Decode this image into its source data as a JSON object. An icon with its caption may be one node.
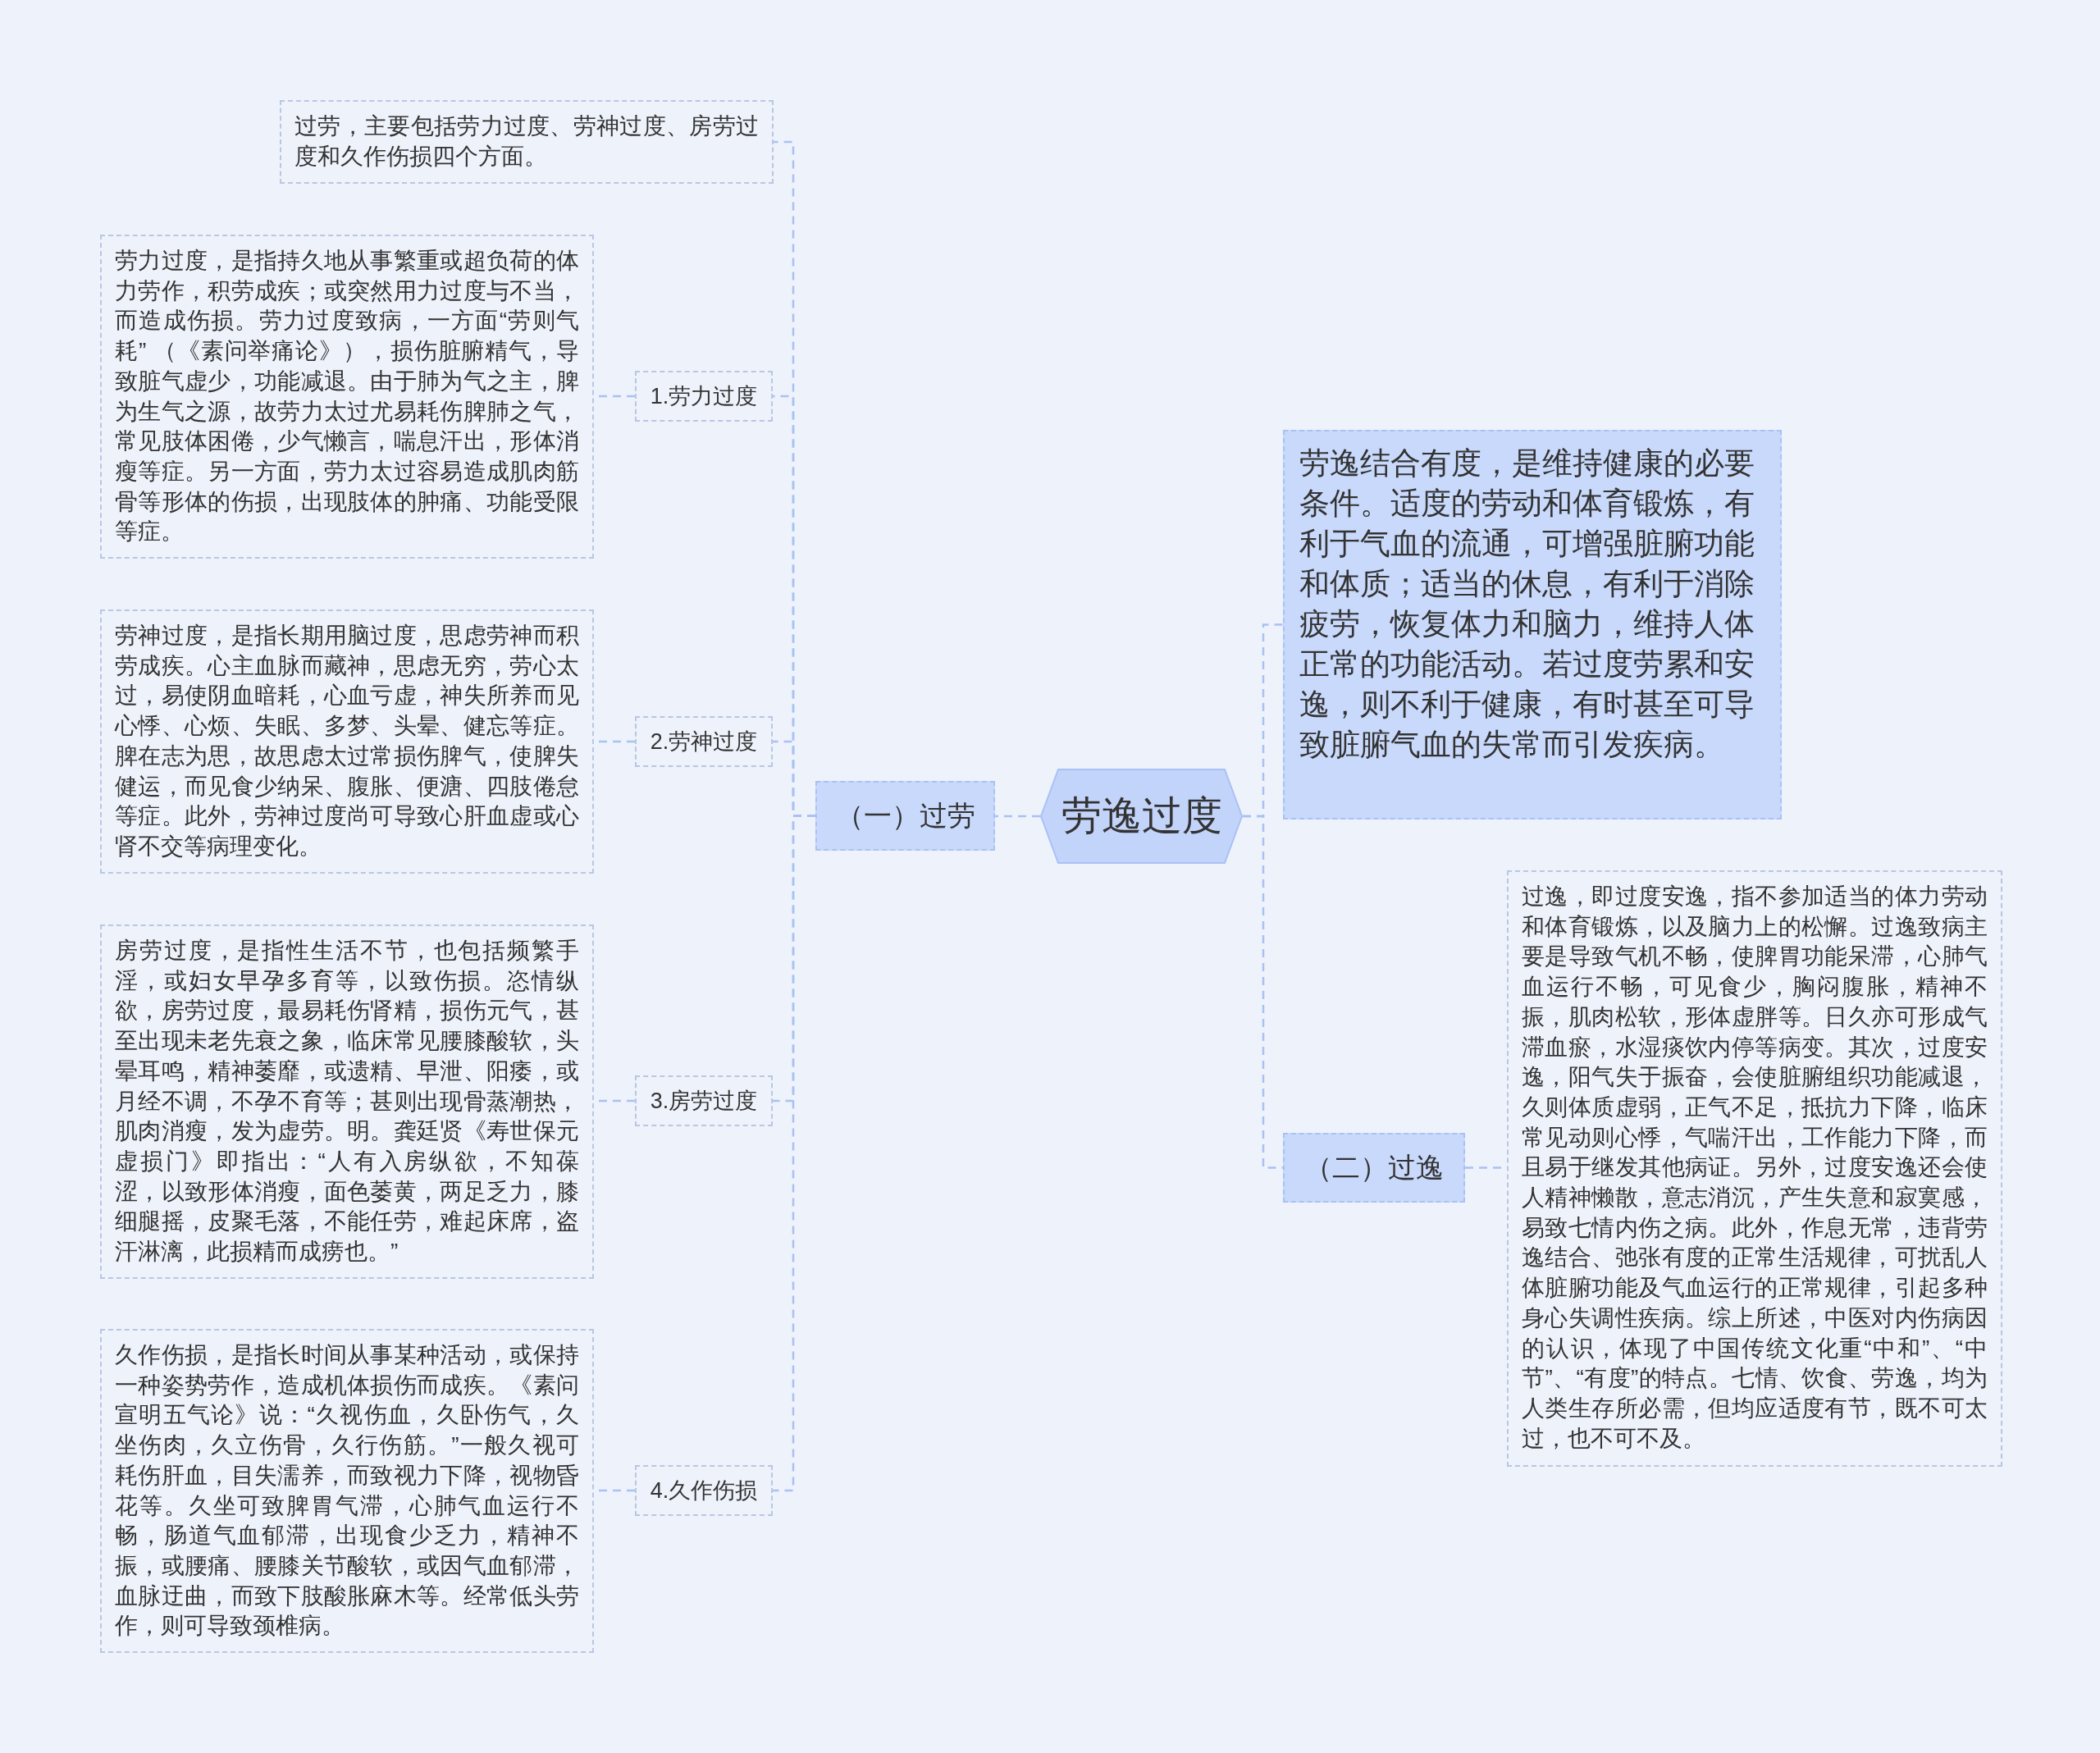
{
  "diagram": {
    "nodes": [
      {
        "text": [
          "劳逸过度"
        ]
      },
      {
        "text": [
          "（一）过劳"
        ]
      },
      {
        "text": [
          "过劳，主要包括劳力过度、劳神过度、房劳过度和久作伤损四个方面。"
        ]
      },
      {
        "text": [
          "1.劳力过度"
        ]
      },
      {
        "text": [
          "劳力过度，是指持久地从事繁重或超负荷的体力劳作，积劳成疾；或突然用力过度与不当，而造成伤损。劳力过度致病，一方面“劳则气耗” （《素问举痛论》），损伤脏腑精气，导致脏气虚少，功能减退。由于肺为气之主，脾为生气之源，故劳力太过尤易耗伤脾肺之气，常见肢体困倦，少气懒言，喘息汗出，形体消瘦等症。另一方面，劳力太过容易造成肌肉筋骨等形体的伤损，出现肢体的肿痛、功能受限等症。"
        ]
      },
      {
        "text": [
          "2.劳神过度"
        ]
      },
      {
        "text": [
          "劳神过度，是指长期用脑过度，思虑劳神而积劳成疾。心主血脉而藏神，思虑无穷，劳心太过，易使阴血暗耗，心血亏虚，神失所养而见心悸、心烦、失眠、多梦、头晕、健忘等症。脾在志为思，故思虑太过常损伤脾气，使脾失健运，而见食少纳呆、腹胀、便溏、四肢倦怠等症。此外，劳神过度尚可导致心肝血虚或心肾不交等病理变化。"
        ]
      },
      {
        "text": [
          "3.房劳过度"
        ]
      },
      {
        "text": [
          "房劳过度，是指性生活不节，也包括频繁手淫，或妇女早孕多育等，以致伤损。恣情纵欲，房劳过度，最易耗伤肾精，损伤元气，甚至出现未老先衰之象，临床常见腰膝酸软，头晕耳鸣，精神萎靡，或遗精、早泄、阳痿，或月经不调，不孕不育等；甚则出现骨蒸潮热，肌肉消瘦，发为虚劳。明。龚廷贤《寿世保元虚损门》即指出：“人有入房纵欲，不知葆涩，以致形体消瘦，面色萎黄，两足乏力，膝细腿摇，皮聚毛落，不能任劳，难起床席，盗汗淋漓，此损精而成痨也。”"
        ]
      },
      {
        "text": [
          "4.久作伤损"
        ]
      },
      {
        "text": [
          "久作伤损，是指长时间从事某种活动，或保持一种姿势劳作，造成机体损伤而成疾。《素问宣明五气论》说：“久视伤血，久卧伤气，久坐伤肉，久立伤骨，久行伤筋。”一般久视可耗伤肝血，目失濡养，而致视力下降，视物昏花等。久坐可致脾胃气滞，心肺气血运行不畅，肠道气血郁滞，出现食少乏力，精神不振，或腰痛、腰膝关节酸软，或因气血郁滞，血脉迂曲，而致下肢酸胀麻木等。经常低头劳作，则可导致颈椎病。"
        ]
      },
      {
        "text": [
          "劳逸结合有度，是维持健康的必要条件。适度的劳动和体育锻炼，有利于气血的流通，可增强脏腑功能和体质；适当的休息，有利于消除疲劳，恢复体力和脑力，维持人体正常的功能活动。若过度劳累和安逸，则不利于健康，有时甚至可导致脏腑气血的失常而引发疾病。"
        ]
      },
      {
        "text": [
          "（二）过逸"
        ]
      },
      {
        "text": [
          "过逸，即过度安逸，指不参加适当的体力劳动和体育锻炼，以及脑力上的松懈。过逸致病主要是导致气机不畅，使脾胃功能呆滞，心肺气血运行不畅，可见食少，胸闷腹胀，精神不振，肌肉松软，形体虚胖等。日久亦可形成气滞血瘀，水湿痰饮内停等病变。其次，过度安逸，阳气失于振奋，会使脏腑组织功能减退，久则体质虚弱，正气不足，抵抗力下降，临床常见动则心悸，气喘汗出，工作能力下降，而且易于继发其他病证。另外，过度安逸还会使人精神懒散，意志消沉，产生失意和寂寞感，易致七情内伤之病。此外，作息无常，违背劳逸结合、弛张有度的正常生活规律，可扰乱人体脏腑功能及气血运行的正常规律，引起多种身心失调性疾病。综上所述，中医对内伤病因的认识，体现了中国传统文化重“中和”、“中节”、“有度”的特点。七情、饮食、劳逸，均为人类生存所必需，但均应适度有节，既不可太过，也不可不及。"
        ]
      }
    ],
    "edges": [
      {
        "from": 0,
        "to": 1,
        "arrow": "none"
      },
      {
        "from": 1,
        "to": 2,
        "arrow": "none"
      },
      {
        "from": 1,
        "to": 3,
        "arrow": "none"
      },
      {
        "from": 1,
        "to": 5,
        "arrow": "none"
      },
      {
        "from": 1,
        "to": 7,
        "arrow": "none"
      },
      {
        "from": 1,
        "to": 9,
        "arrow": "none"
      },
      {
        "from": 3,
        "to": 4,
        "arrow": "none"
      },
      {
        "from": 5,
        "to": 6,
        "arrow": "none"
      },
      {
        "from": 7,
        "to": 8,
        "arrow": "none"
      },
      {
        "from": 9,
        "to": 10,
        "arrow": "none"
      },
      {
        "from": 0,
        "to": 11,
        "arrow": "none"
      },
      {
        "from": 0,
        "to": 12,
        "arrow": "none"
      },
      {
        "from": 12,
        "to": 13,
        "arrow": "none"
      }
    ]
  }
}
